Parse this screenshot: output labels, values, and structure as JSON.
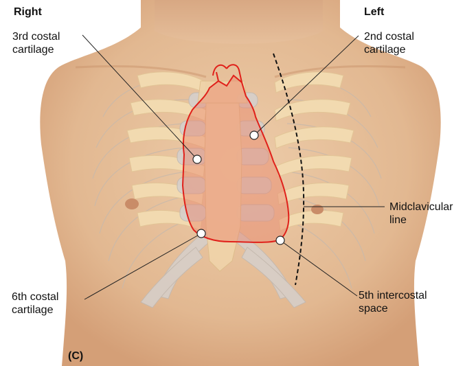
{
  "orientation": {
    "right": "Right",
    "left": "Left"
  },
  "labels": {
    "third_costal": "3rd costal\ncartilage",
    "second_costal": "2nd costal\ncartilage",
    "midclavicular": "Midclavicular\nline",
    "sixth_costal": "6th costal\ncartilage",
    "fifth_intercostal": "5th intercostal\nspace"
  },
  "panel_letter": "(C)",
  "colors": {
    "skin": "#e7c09c",
    "skin_shadow": "#d9a57e",
    "cartilage": "#f3dcb2",
    "bone_gray": "#d6d0cc",
    "heart_outline": "#e0201a",
    "heart_fill": "#e9826a",
    "leader_line": "#222222"
  }
}
